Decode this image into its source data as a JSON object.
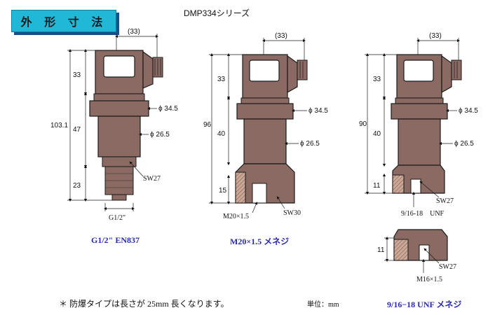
{
  "header": {
    "title_badge": "外 形 寸 法",
    "series_title": "DMP334シリーズ"
  },
  "drawing1": {
    "dim_width": "(33)",
    "dim_h_top": "33",
    "dim_h_mid": "47",
    "dim_h_bot": "23",
    "dim_total": "103.1",
    "dia_large": "ϕ 34.5",
    "dia_small": "ϕ 26.5",
    "wrench": "SW27",
    "thread": "G1/2\"",
    "caption": "G1/2\" EN837"
  },
  "drawing2": {
    "dim_width": "(33)",
    "dim_h_top": "33",
    "dim_h_mid": "40",
    "dim_h_bot": "15",
    "dim_total": "96",
    "dia_large": "ϕ 34.5",
    "dia_small": "ϕ 26.5",
    "wrench": "SW30",
    "thread": "M20×1.5",
    "caption": "M20×1.5 メネジ"
  },
  "drawing3": {
    "dim_width": "(33)",
    "dim_h_top": "33",
    "dim_h_mid": "40",
    "dim_h_bot": "11",
    "dim_total": "90",
    "dia_large": "ϕ 34.5",
    "dia_small": "ϕ 26.5",
    "wrench": "SW27",
    "thread": "9/16-18　UNF",
    "caption": "9/16−18 UNF メネジ"
  },
  "drawing4": {
    "dim_h": "11",
    "wrench": "SW27",
    "thread": "M16×1.5"
  },
  "footer": {
    "note": "＊ 防爆タイプは長さが 25mm 長くなります。",
    "unit": "単位：mm"
  }
}
